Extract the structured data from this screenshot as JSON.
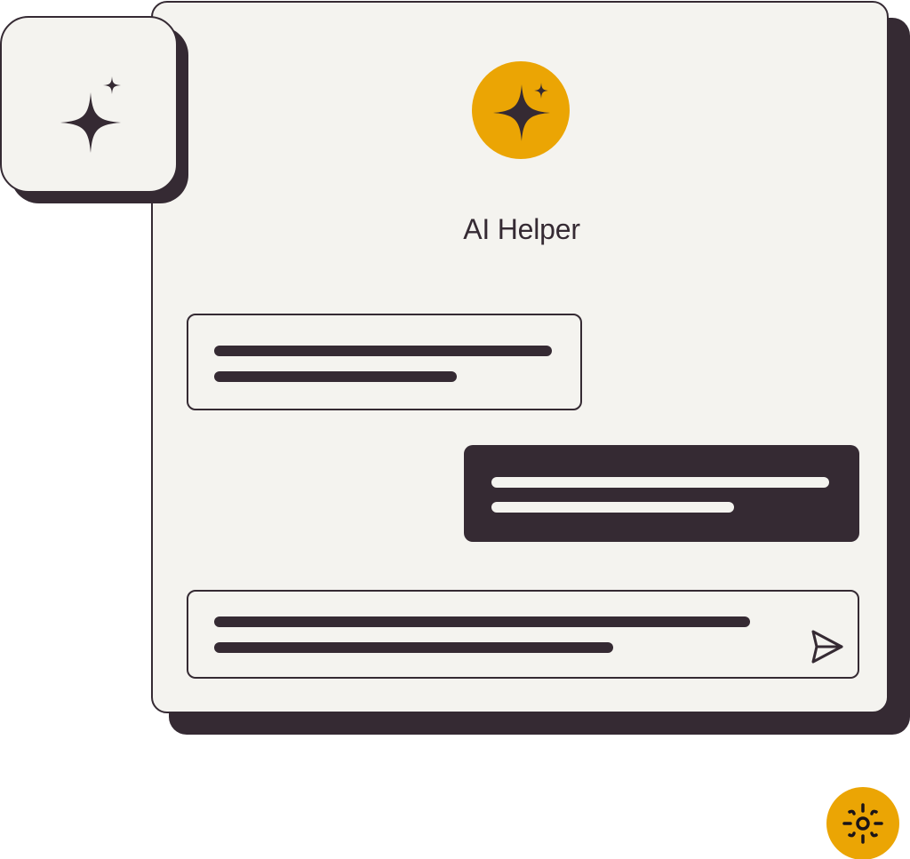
{
  "colors": {
    "dark": "#352a33",
    "surface": "#f4f3ef",
    "accent": "#eba504",
    "background": "#ffffff"
  },
  "badge": {
    "icon": "sparkles-icon"
  },
  "header": {
    "avatar_icon": "sparkles-icon",
    "title": "AI Helper"
  },
  "messages": [
    {
      "role": "assistant",
      "style": "outlined",
      "placeholder_lines": [
        2
      ]
    },
    {
      "role": "user",
      "style": "filled-dark",
      "placeholder_lines": [
        2
      ]
    }
  ],
  "composer": {
    "placeholder_lines": 2,
    "send_icon": "send-icon"
  },
  "fab": {
    "icon": "settings-sun-icon"
  }
}
